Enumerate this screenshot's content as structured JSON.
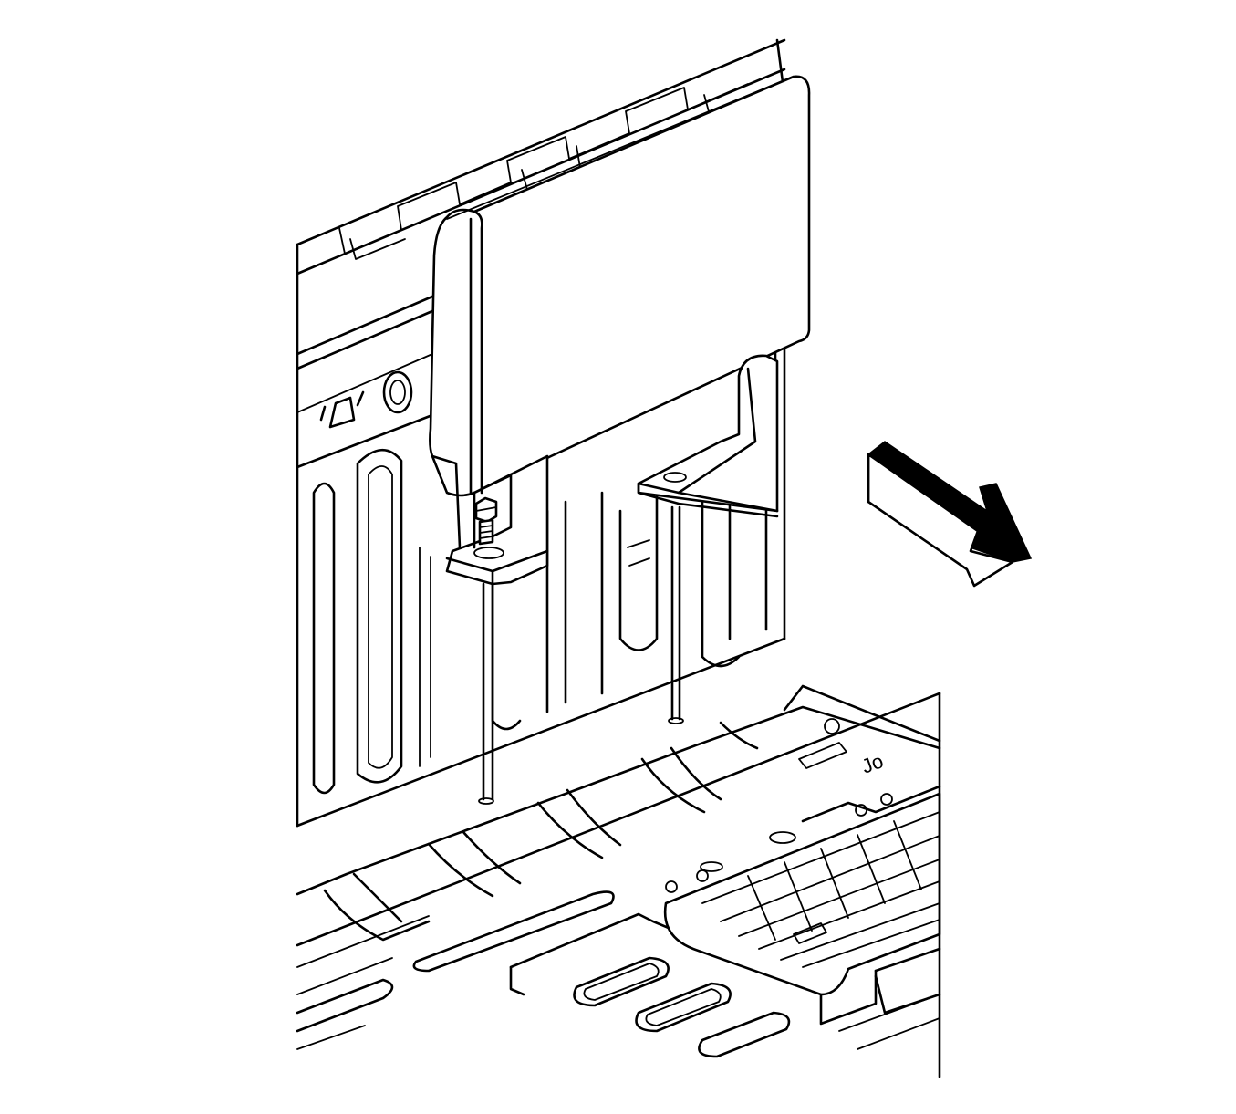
{
  "figure": {
    "stamp_text": "Jo",
    "colors": {
      "line": "#000000",
      "background": "#ffffff"
    },
    "parts": [
      "rear-wall-panel",
      "cover-panel",
      "left-mounting-bracket",
      "right-mounting-bracket",
      "fastener-bolt",
      "floor-pan",
      "direction-arrow"
    ]
  }
}
